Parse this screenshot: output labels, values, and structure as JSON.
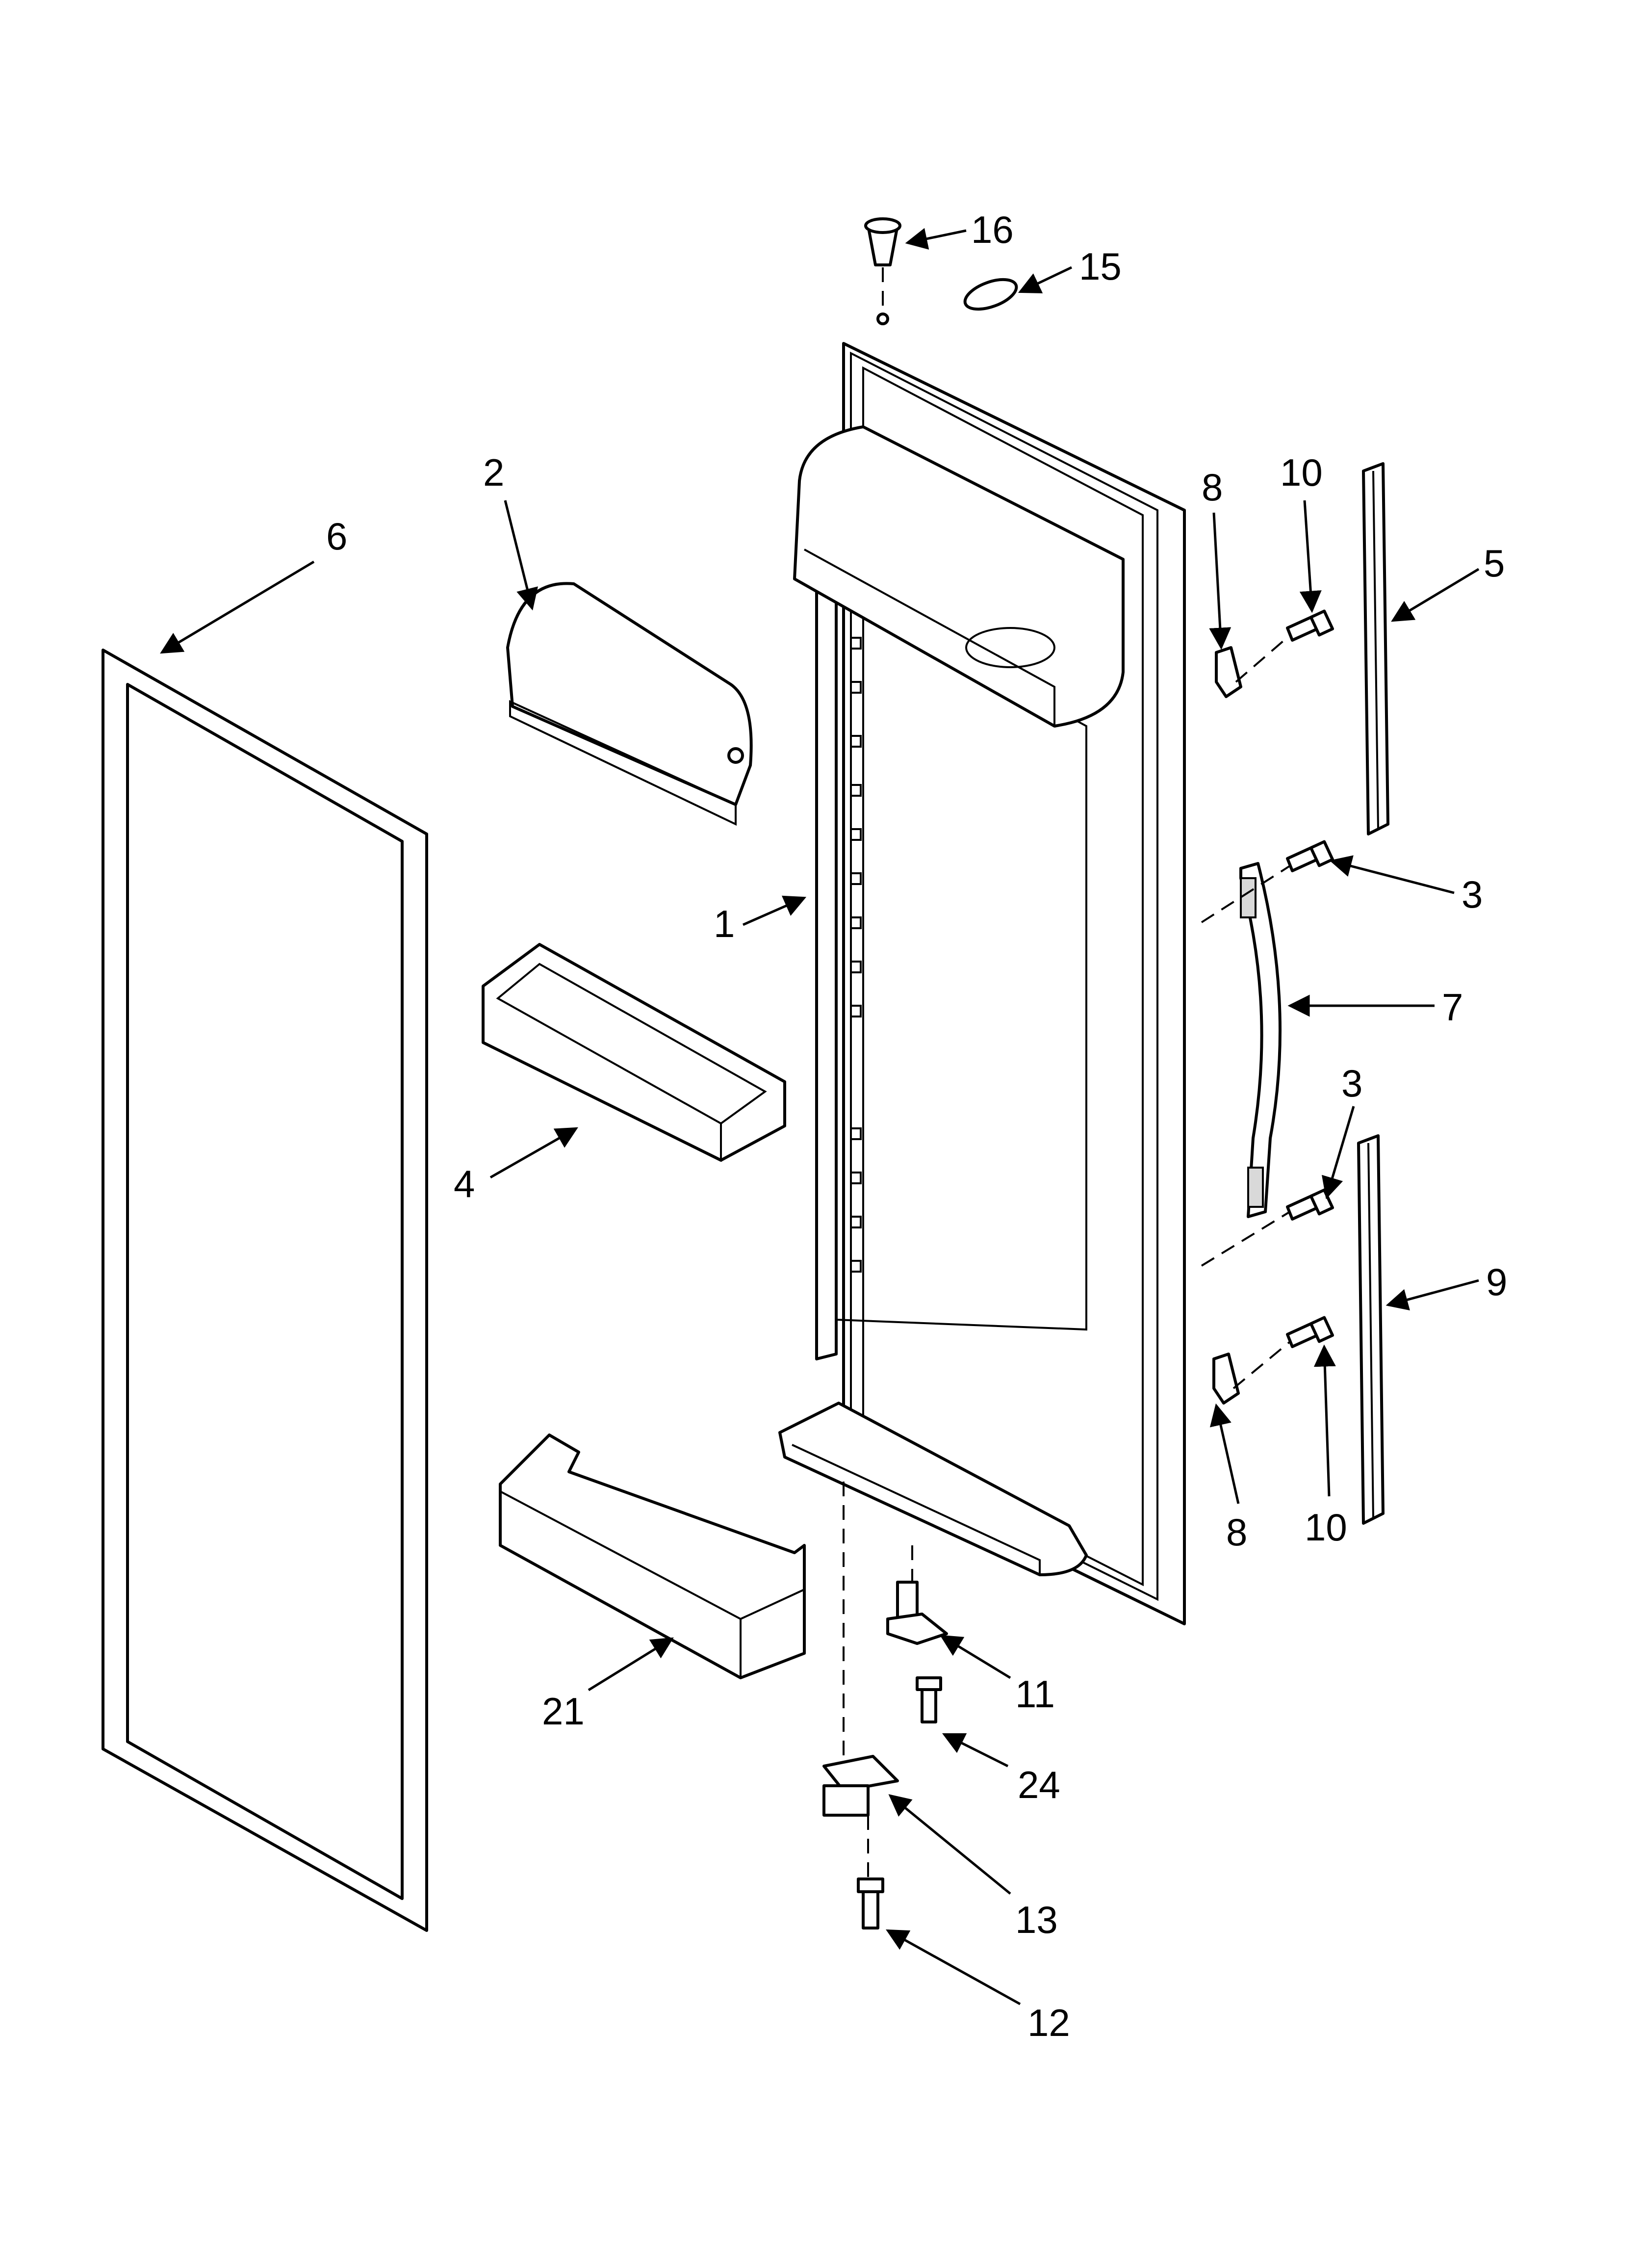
{
  "callouts": [
    {
      "id": "c16",
      "text": "16"
    },
    {
      "id": "c15",
      "text": "15"
    },
    {
      "id": "c2",
      "text": "2"
    },
    {
      "id": "c6",
      "text": "6"
    },
    {
      "id": "c8a",
      "text": "8"
    },
    {
      "id": "c10a",
      "text": "10"
    },
    {
      "id": "c5",
      "text": "5"
    },
    {
      "id": "c1",
      "text": "1"
    },
    {
      "id": "c3a",
      "text": "3"
    },
    {
      "id": "c7",
      "text": "7"
    },
    {
      "id": "c3b",
      "text": "3"
    },
    {
      "id": "c4",
      "text": "4"
    },
    {
      "id": "c9",
      "text": "9"
    },
    {
      "id": "c8b",
      "text": "8"
    },
    {
      "id": "c10b",
      "text": "10"
    },
    {
      "id": "c11",
      "text": "11"
    },
    {
      "id": "c21",
      "text": "21"
    },
    {
      "id": "c24",
      "text": "24"
    },
    {
      "id": "c13",
      "text": "13"
    },
    {
      "id": "c12",
      "text": "12"
    }
  ]
}
